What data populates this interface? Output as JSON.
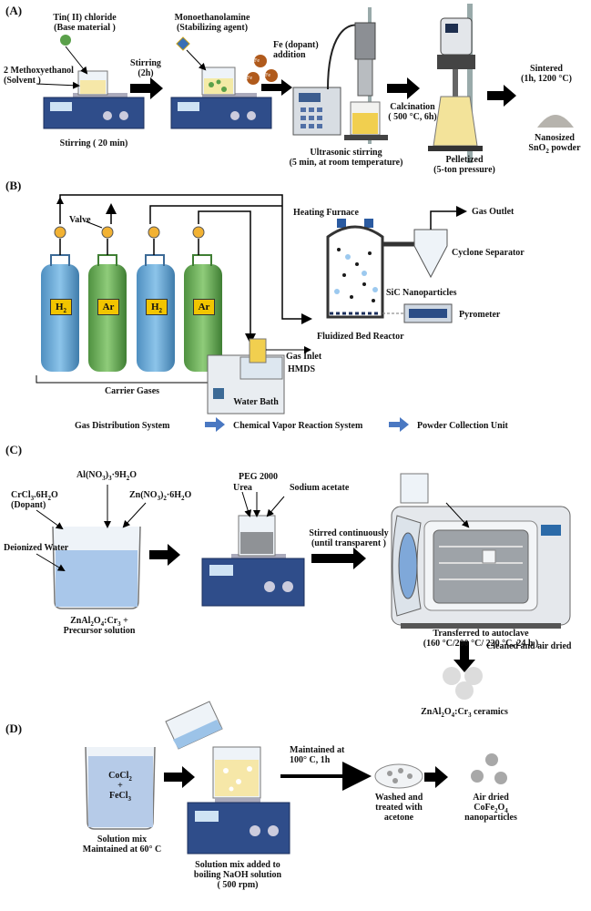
{
  "panel_a": {
    "label": "(A)",
    "tin_chloride": [
      "Tin( II) chloride",
      "(Base material )"
    ],
    "solvent": [
      "2 Methoxyethanol",
      "(Solvent )"
    ],
    "stirring_20": "Stirring ( 20 min)",
    "monoethanolamine": [
      "Monoethanolamine",
      "(Stabilizing agent)"
    ],
    "stirring_2h": [
      "Stirring",
      "(2h)"
    ],
    "fe_dopant": [
      "Fe (dopant)",
      "addition"
    ],
    "fe_symbol": "Fe",
    "ultrasonic": [
      "Ultrasonic stirring",
      "(5 min, at room temperature)"
    ],
    "calcination": [
      "Calcination",
      "( 500 °C, 6h)"
    ],
    "pelletized": [
      "Pelletized",
      "(5-ton pressure)"
    ],
    "sintered": [
      "Sintered",
      "(1h, 1200 °C)"
    ],
    "nanosized": "Nanosized",
    "sno2_prefix": "SnO",
    "sno2_sub": "2",
    "sno2_suffix": " powder"
  },
  "panel_b": {
    "label": "(B)",
    "valve": "Valve",
    "h2_prefix": "H",
    "h2_sub": "2",
    "ar": "Ar",
    "carrier_gases": "Carrier Gases",
    "water_bath": "Water Bath",
    "gas_inlet": "Gas Inlet",
    "hmds": "HMDS",
    "heating_furnace": "Heating Furnace",
    "gas_outlet": "Gas Outlet",
    "cyclone": "Cyclone Separator",
    "sic": "SiC Nanoparticles",
    "pyrometer": "Pyrometer",
    "fbr": "Fluidized Bed Reactor",
    "flow": [
      "Gas Distribution System",
      "Chemical Vapor Reaction System",
      "Powder Collection Unit"
    ]
  },
  "panel_c": {
    "label": "(C)",
    "al_nitrate": "Al(NO",
    "al_tail": "·9H",
    "al_end": "O",
    "cr_chloride": "CrCl",
    "cr_tail": ".6H",
    "cr_end": "O",
    "dopant": "(Dopant)",
    "zn_nitrate": "Zn(NO",
    "zn_tail": "·6H",
    "zn_end": "O",
    "deionized": "Deionized Water",
    "precursor_a": "ZnAl",
    "precursor_b": "O",
    "precursor_c": ":Cr",
    "precursor_d": " +",
    "precursor_line2": "Precursor solution",
    "urea": "Urea",
    "peg": "PEG 2000",
    "sodium_acetate": "Sodium acetate",
    "stirred": [
      "Stirred continuously",
      "(until transparent )"
    ],
    "autoclave": [
      "Transferred to autoclave",
      "(160 °C/200 °C/ 220 °C, 24 h )"
    ],
    "cleaned": "Cleaned and air dried",
    "ceramics_suffix": " ceramics"
  },
  "panel_d": {
    "label": "(D)",
    "cocl": "CoCl",
    "plus": "+",
    "fecl": "FeCl",
    "solution_mix": [
      "Solution mix",
      "Maintained at 60° C"
    ],
    "maintained": [
      "Maintained at",
      "100° C, 1h"
    ],
    "washed": [
      "Washed and",
      "treated with",
      "acetone"
    ],
    "air_dried": "Air dried",
    "cofe_a": "CoFe",
    "cofe_b": "O",
    "nanoparticles": "nanoparticles",
    "boiling": [
      "Solution mix added to",
      "boiling NaOH solution",
      "( 500 rpm)"
    ]
  },
  "colors": {
    "hydrogen_cylinder": "#5b9bc8",
    "argon_cylinder": "#63a84e",
    "flow_arrow": "#4a78c2",
    "label_box": "#f2c500"
  }
}
